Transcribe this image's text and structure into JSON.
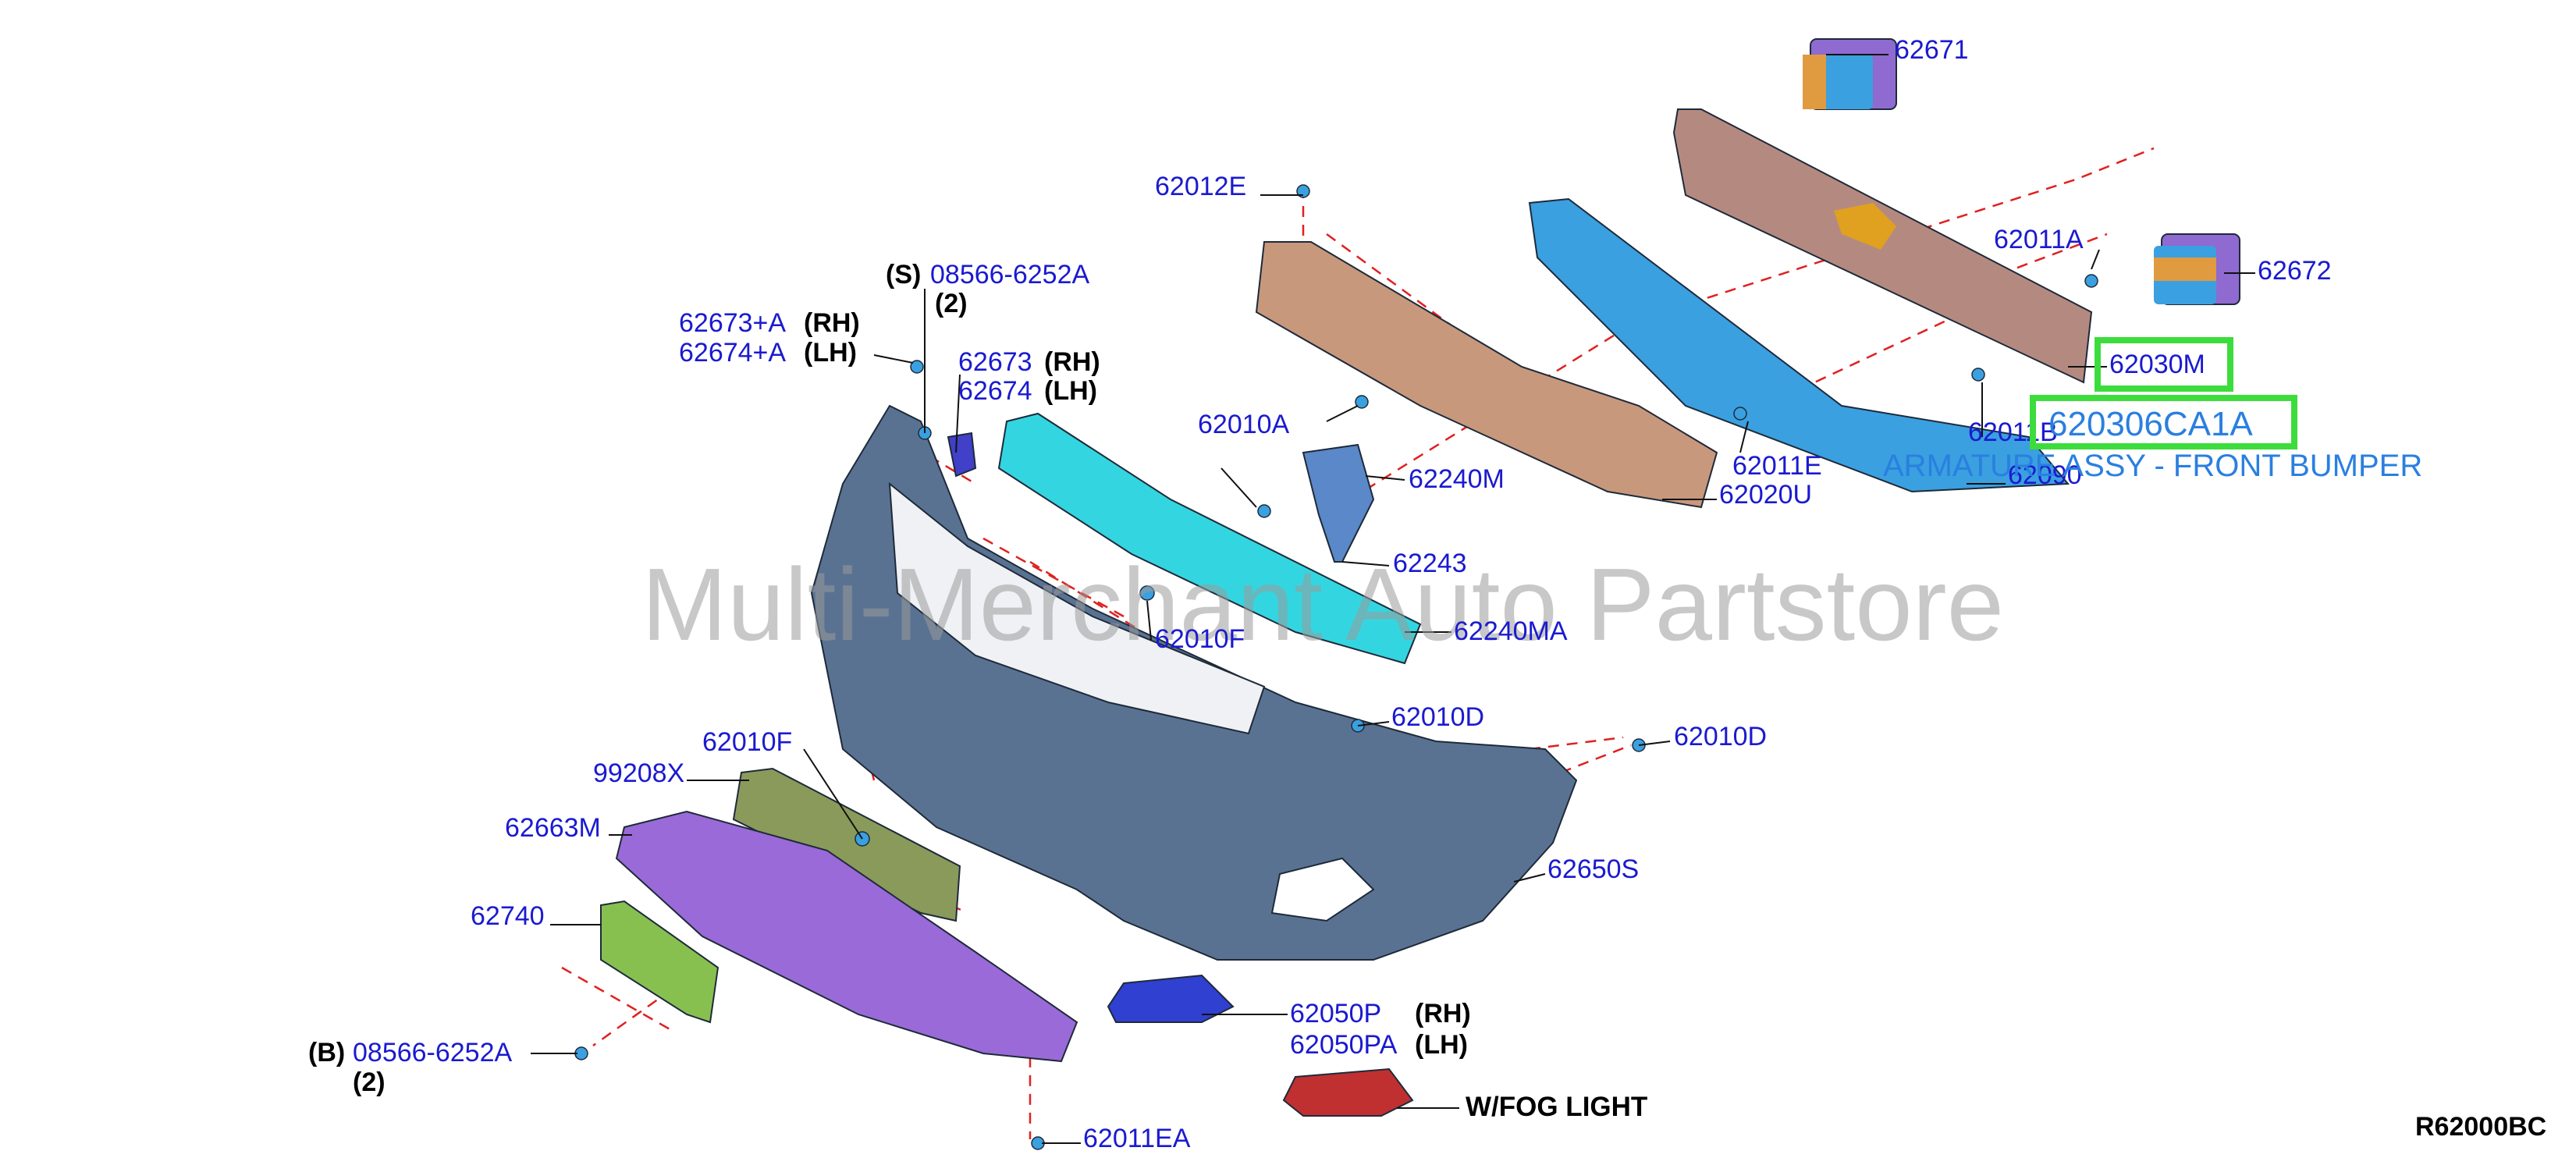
{
  "watermark": "Multi-Merchant Auto Partstore",
  "diagram_code": "R62000BC",
  "highlight": {
    "part_number": "620306CA1A",
    "description": "ARMATURE ASSY - FRONT BUMPER",
    "color": "#3ddc3d"
  },
  "colors": {
    "label_text": "#1a1ad0",
    "leader_dash": "#e02020",
    "fascia": "#5a7292",
    "cover": "#c08a6a",
    "energy_absorber": "#3aa0e0",
    "reinforcement": "#b07a70",
    "bracket_cyan": "#33d6e0",
    "undercover": "#9a6ad8",
    "plate": "#88c050",
    "fog_finisher": "#3040d0",
    "fog_light": "#c03030",
    "stay": "#e09a40"
  },
  "labels": {
    "p62671": "62671",
    "p62672": "62672",
    "p62012E": "62012E",
    "p62011A": "62011A",
    "p62030M": "62030M",
    "p62011B": "62011B",
    "p62090": "62090",
    "p62011E": "62011E",
    "p62020U": "62020U",
    "p62010A": "62010A",
    "p62240M": "62240M",
    "p62243": "62243",
    "p62240MA": "62240MA",
    "p62010F_top": "62010F",
    "p62010D_mid": "62010D",
    "p62010D_right": "62010D",
    "p62650S": "62650S",
    "s_prefix_top": "(S)",
    "p08566_top": "08566-6252A",
    "qty_top": "(2)",
    "p62673A": "62673+A",
    "p62674A": "62674+A",
    "p62673": "62673",
    "p62674": "62674",
    "rh": "(RH)",
    "lh": "(LH)",
    "p62010F_left": "62010F",
    "p99208X": "99208X",
    "p62663M": "62663M",
    "p62740": "62740",
    "b_prefix": "(B)",
    "p08566_bottom": "08566-6252A",
    "qty_bottom": "(2)",
    "p62050P": "62050P",
    "p62050PA": "62050PA",
    "fog_note": "W/FOG LIGHT",
    "p62011EA": "62011EA"
  }
}
